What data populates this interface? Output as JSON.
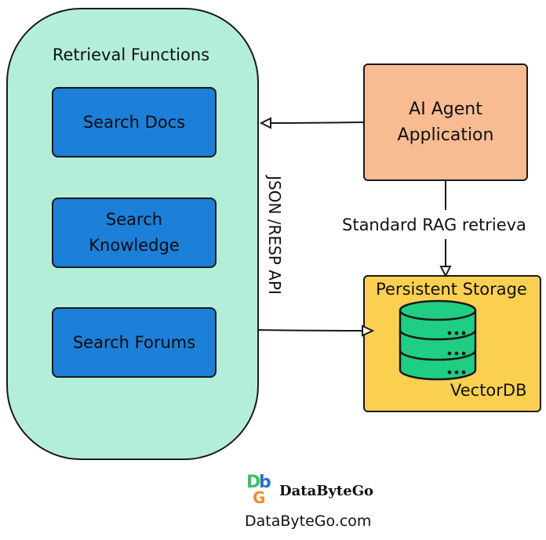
{
  "retrieval_group": {
    "title": "Retrieval Functions",
    "functions": [
      {
        "label": "Search Docs"
      },
      {
        "label": "Search\nKnowledge"
      },
      {
        "label": "Search Forums"
      }
    ]
  },
  "agent": {
    "label": "AI Agent\nApplication"
  },
  "storage": {
    "title": "Persistent Storage",
    "db_label": "VectorDB",
    "db_icon": "database-stack-icon",
    "colors": {
      "box": "#fbd050",
      "db": "#1fce82"
    }
  },
  "edges": {
    "api_label": "JSON /RESP API",
    "rag_label": "Standard RAG retrieva"
  },
  "brand": {
    "name": "DataByteGo",
    "url": "DataByteGo.com",
    "logo_icon": "databytego-logo-icon"
  },
  "colors": {
    "group_fill": "#b3eed8",
    "function_fill": "#1c7fd8",
    "agent_fill": "#f9bc92",
    "storage_fill": "#fbd050"
  }
}
